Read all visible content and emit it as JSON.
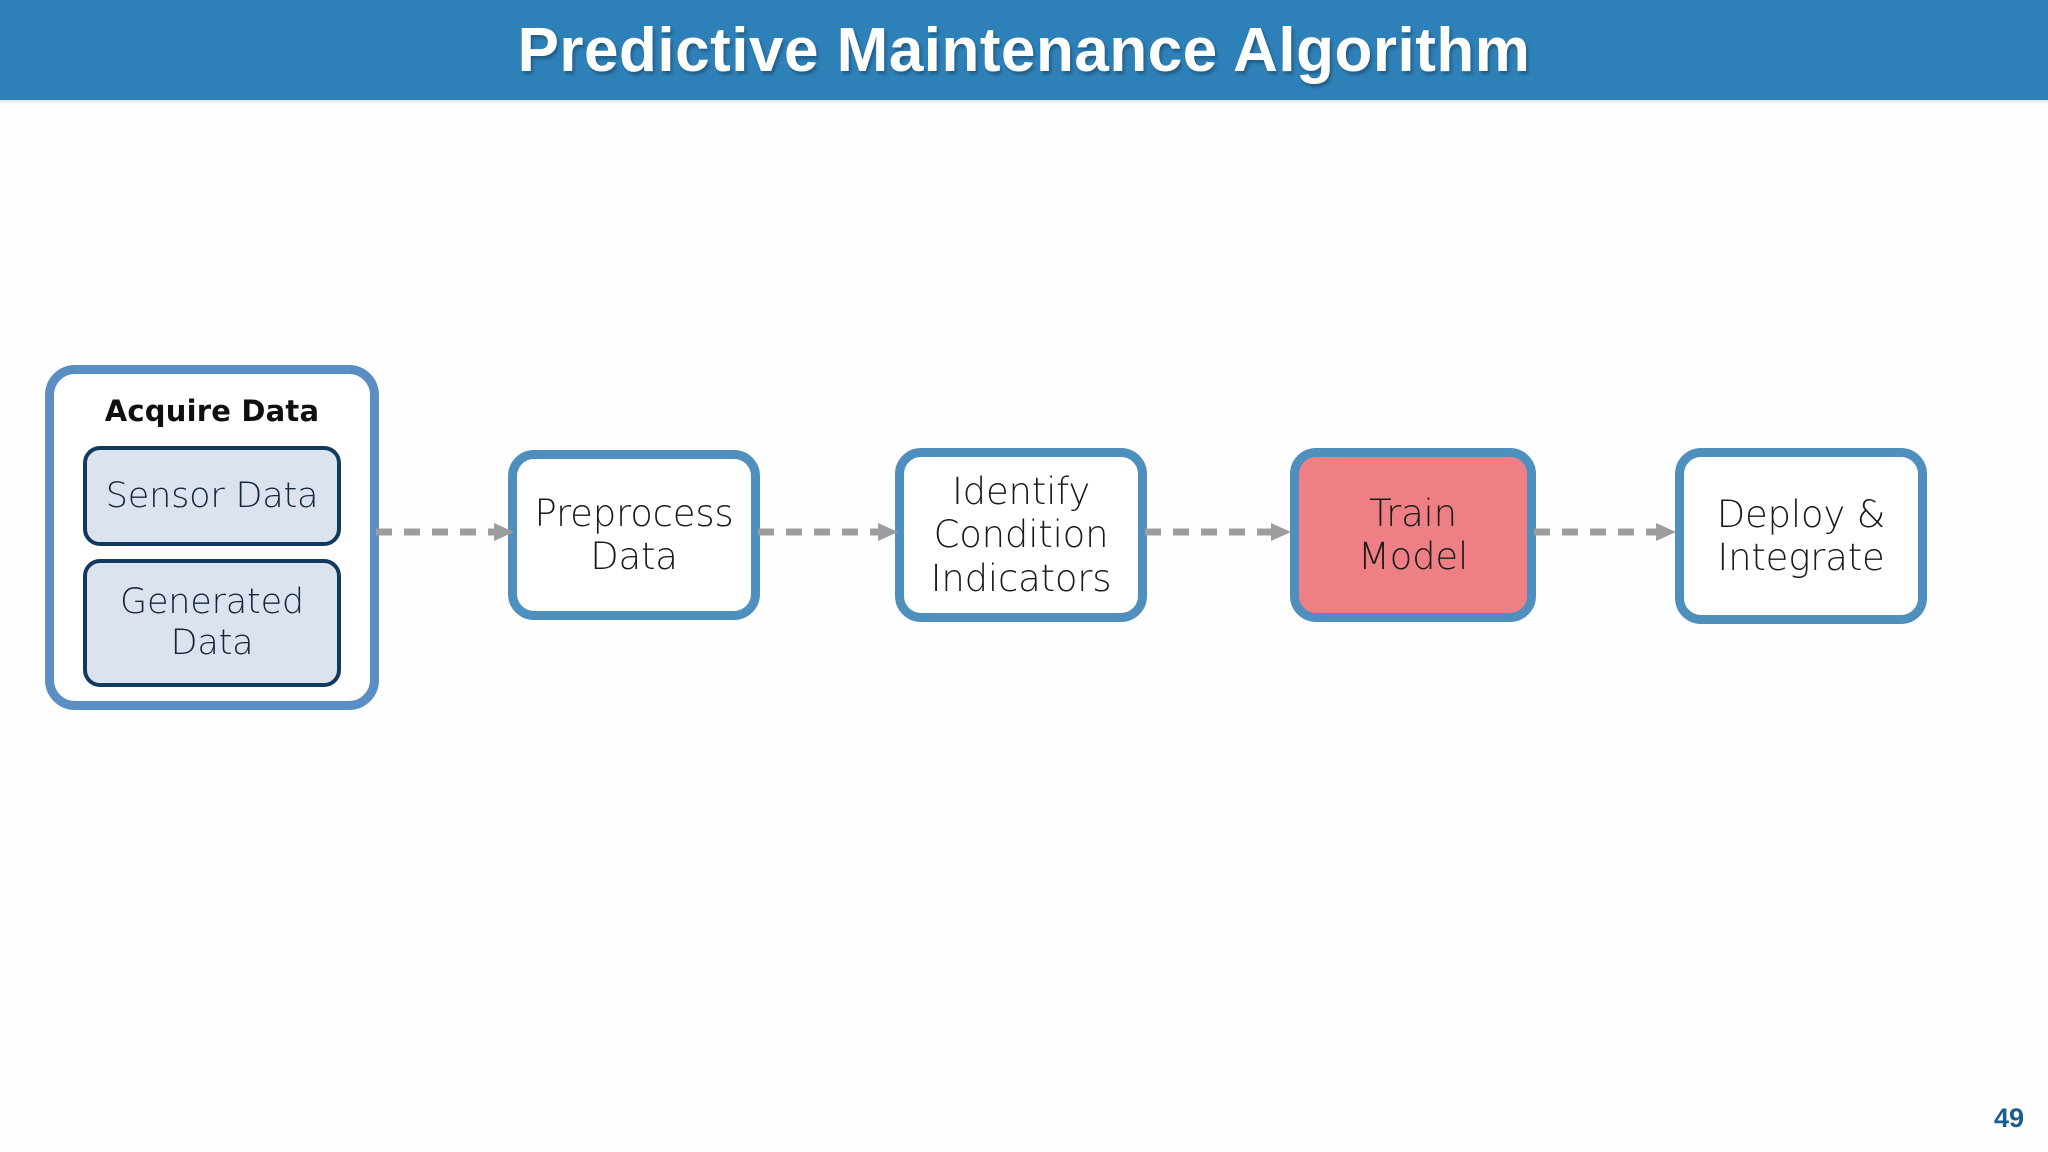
{
  "slide": {
    "title": "Predictive Maintenance Algorithm",
    "page_number": "49",
    "banner_color": "#2e80b8",
    "accent_border_color": "#4f8fbe",
    "highlight_fill_color": "#ee8085",
    "subnode_fill_color": "#dce3ee",
    "subnode_border_color": "#123a5e",
    "connector_color": "#9d9d9d",
    "page_number_color": "#1b5e8c"
  },
  "flow": {
    "group": {
      "title": "Acquire Data",
      "children": [
        {
          "label": "Sensor Data",
          "name": "sensor-data"
        },
        {
          "label": "Generated\nData",
          "name": "generated-data"
        }
      ]
    },
    "nodes": [
      {
        "label": "Preprocess\nData",
        "name": "preprocess-data",
        "highlighted": false
      },
      {
        "label": "Identify\nCondition\nIndicators",
        "name": "identify-condition-indicators",
        "highlighted": false
      },
      {
        "label": "Train\nModel",
        "name": "train-model",
        "highlighted": true
      },
      {
        "label": "Deploy &\nIntegrate",
        "name": "deploy-integrate",
        "highlighted": false
      }
    ],
    "connectors": [
      {
        "from": "acquire-data",
        "to": "preprocess-data",
        "style": "dashed-arrow"
      },
      {
        "from": "preprocess-data",
        "to": "identify-condition-indicators",
        "style": "dashed-arrow"
      },
      {
        "from": "identify-condition-indicators",
        "to": "train-model",
        "style": "dashed-arrow"
      },
      {
        "from": "train-model",
        "to": "deploy-integrate",
        "style": "dashed-arrow"
      }
    ]
  }
}
